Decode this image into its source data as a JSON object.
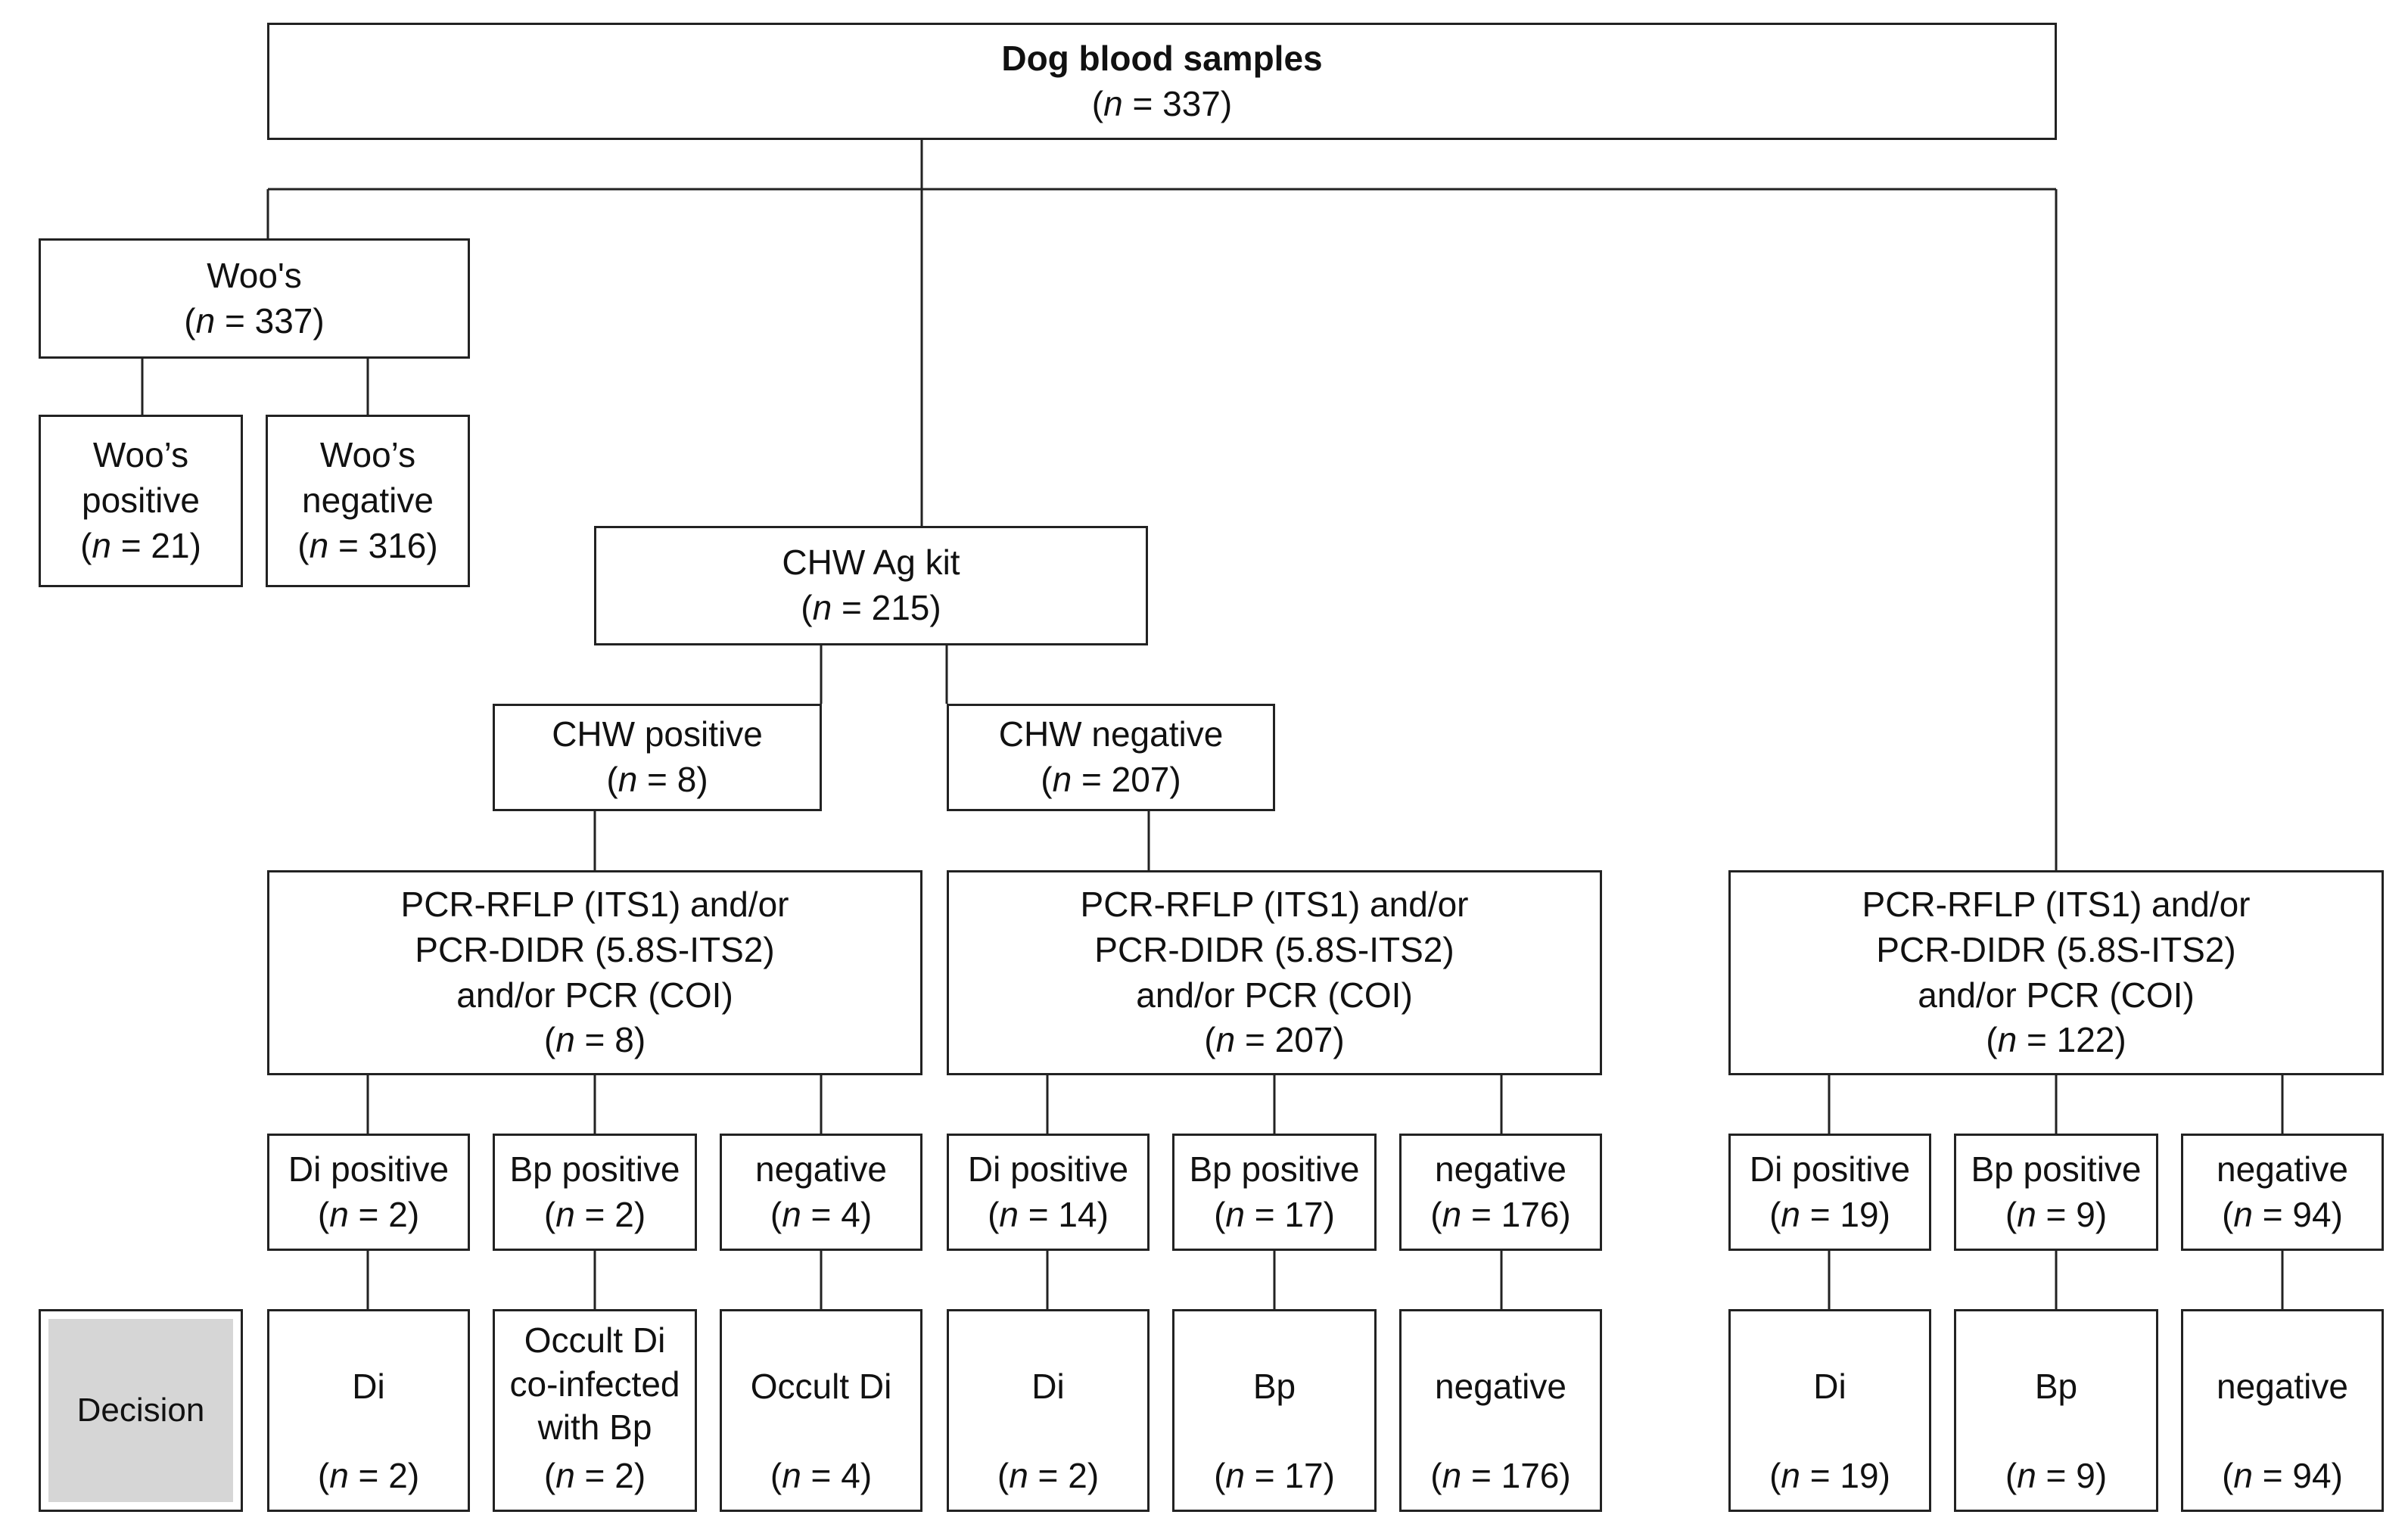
{
  "diagram": {
    "root": {
      "label": "Dog blood samples",
      "n": "337"
    },
    "woos": {
      "label": "Woo's",
      "n": "337"
    },
    "woos_positive": {
      "label": "Woo’s positive",
      "n": "21"
    },
    "woos_negative": {
      "label": "Woo’s negative",
      "n": "316"
    },
    "chw_kit": {
      "label": "CHW Ag kit",
      "n": "215"
    },
    "chw_positive": {
      "label": "CHW positive",
      "n": "8"
    },
    "chw_negative": {
      "label": "CHW negative",
      "n": "207"
    },
    "pcr_label": "PCR-RFLP (ITS1) and/or PCR-DIDR (5.8S-ITS2) and/or PCR (COI)",
    "pcr_a": {
      "n": "8"
    },
    "pcr_b": {
      "n": "207"
    },
    "pcr_c": {
      "n": "122"
    },
    "results": [
      {
        "label": "Di positive",
        "n": "2"
      },
      {
        "label": "Bp positive",
        "n": "2"
      },
      {
        "label": "negative",
        "n": "4"
      },
      {
        "label": "Di positive",
        "n": "14"
      },
      {
        "label": "Bp positive",
        "n": "17"
      },
      {
        "label": "negative",
        "n": "176"
      },
      {
        "label": "Di positive",
        "n": "19"
      },
      {
        "label": "Bp positive",
        "n": "9"
      },
      {
        "label": "negative",
        "n": "94"
      }
    ],
    "decision_label": "Decision",
    "decisions": [
      {
        "label": "Di",
        "n": "2"
      },
      {
        "label": "Occult Di co-infected with Bp",
        "n": "2"
      },
      {
        "label": "Occult Di",
        "n": "4"
      },
      {
        "label": "Di",
        "n": "2"
      },
      {
        "label": "Bp",
        "n": "17"
      },
      {
        "label": "negative",
        "n": "176"
      },
      {
        "label": "Di",
        "n": "19"
      },
      {
        "label": "Bp",
        "n": "9"
      },
      {
        "label": "negative",
        "n": "94"
      }
    ],
    "n_symbol": "n",
    "n_prefix": "(",
    "n_eq": " = ",
    "n_suffix": ")"
  }
}
